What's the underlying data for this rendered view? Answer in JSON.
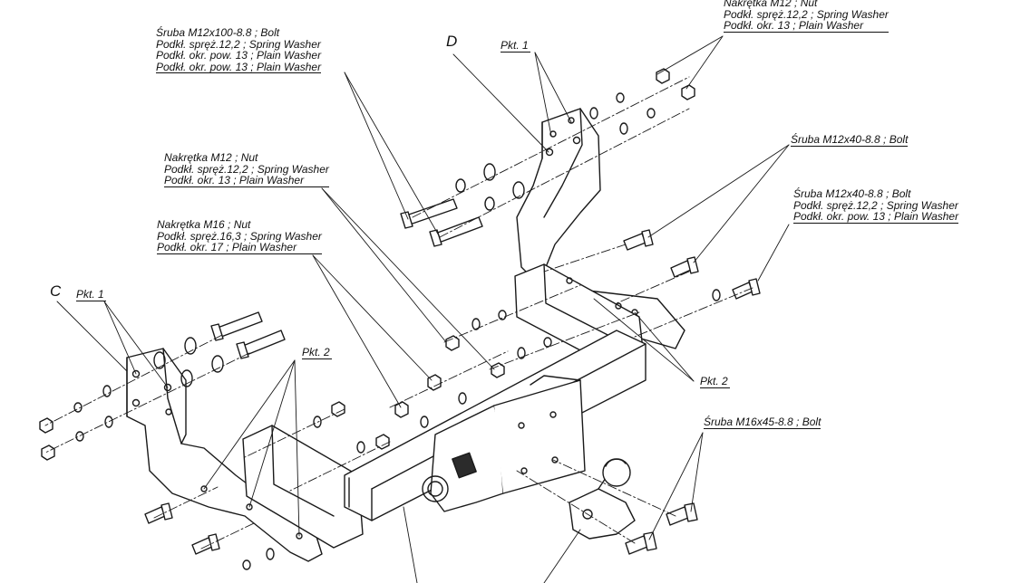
{
  "labels": {
    "upper_bolt_group": [
      "Śruba M12x100-8.8 ;  Bolt",
      "Podkł. spręż.12,2 ; Spring Washer",
      "Podkł. okr. pow. 13 ; Plain Washer",
      "Podkł. okr. pow. 13 ; Plain Washer"
    ],
    "top_right_nut_group": [
      "Nakrętka  M12 ; Nut",
      "Podkł. spręż.12,2 ; Spring Washer",
      "Podkł. okr. 13 ; Plain Washer"
    ],
    "right_bolt_1": [
      "Śruba M12x40-8.8 ;  Bolt"
    ],
    "right_bolt_group": [
      "Śruba M12x40-8.8 ;  Bolt",
      "Podkł. spręż.12,2 ; Spring Washer",
      "Podkł. okr. pow. 13 ; Plain Washer"
    ],
    "middle_nut_group": [
      "Nakrętka  M12 ; Nut",
      "Podkł. spręż.12,2 ; Spring Washer",
      "Podkł. okr. 13 ; Plain Washer"
    ],
    "lower_nut_group": [
      "Nakrętka  M16 ; Nut",
      "Podkł. spręż.16,3 ; Spring Washer",
      "Podkł. okr. 17 ; Plain Washer"
    ],
    "ball_bolt": [
      "Śruba M16x45-8.8 ;  Bolt"
    ]
  },
  "markers": {
    "d": "D",
    "c": "C",
    "pkt1_right": "Pkt. 1",
    "pkt1_left": "Pkt. 1",
    "pkt2_left": "Pkt. 2",
    "pkt2_right": "Pkt. 2"
  }
}
